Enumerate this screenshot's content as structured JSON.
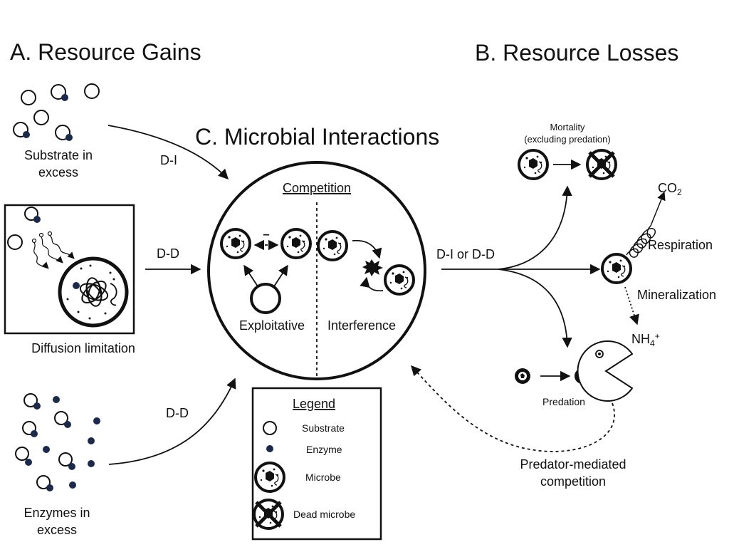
{
  "headings": {
    "gains": "A.  Resource Gains",
    "losses": "B. Resource Losses",
    "interactions": "C. Microbial Interactions"
  },
  "gains": {
    "substrate_label": [
      "Substrate in",
      "excess"
    ],
    "diffusion_label": "Diffusion limitation",
    "enzymes_label": [
      "Enzymes in",
      "excess"
    ]
  },
  "arrows": {
    "top": "D-I",
    "middle": "D-D",
    "bottom": "D-D",
    "out": "D-I or D-D"
  },
  "center": {
    "competition": "Competition",
    "minus_sign": "–",
    "exploitative": "Exploitative",
    "interference": "Interference"
  },
  "losses": {
    "mortality": [
      "Mortality",
      "(excluding predation)"
    ],
    "co2": "CO",
    "co2_sub": "2",
    "respiration": "Respiration",
    "mineralization": "Mineralization",
    "nh4": "NH",
    "nh4_sub": "4",
    "nh4_sup": "+",
    "predation": "Predation",
    "predator_mediated": [
      "Predator-mediated",
      "competition"
    ]
  },
  "legend": {
    "title": "Legend",
    "items": [
      "Substrate",
      "Enzyme",
      "Microbe",
      "Dead microbe"
    ]
  },
  "colors": {
    "enzyme": "#1b2a4a",
    "line": "#111111"
  }
}
